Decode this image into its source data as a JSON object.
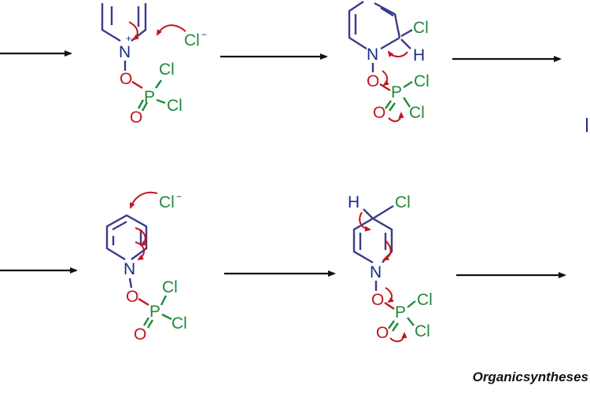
{
  "labels": {
    "nitrogen": "N",
    "nitrogen_charge": "+",
    "oxygen": "O",
    "phosphorus": "P",
    "chlorine": "Cl",
    "chloride": "Cl",
    "chloride_charge": "−",
    "hydrogen": "H"
  },
  "watermark": "Organicsyntheses"
}
